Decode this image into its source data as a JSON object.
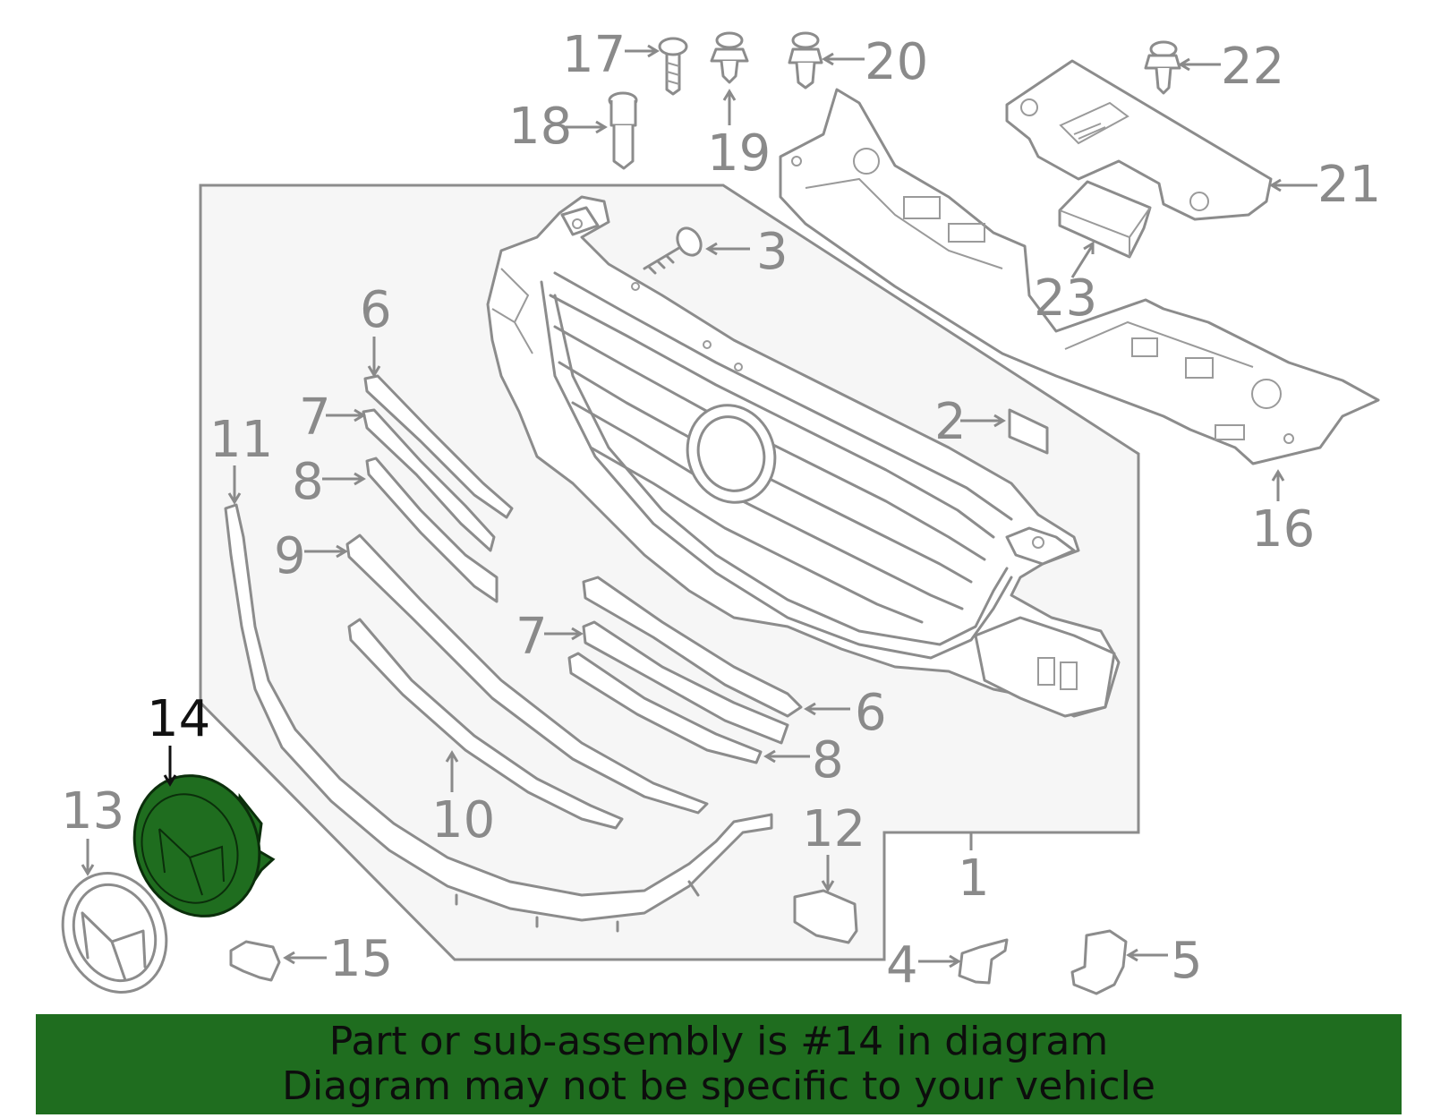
{
  "callouts": {
    "c1": "1",
    "c2": "2",
    "c3": "3",
    "c4": "4",
    "c5": "5",
    "c6a": "6",
    "c6b": "6",
    "c7a": "7",
    "c7b": "7",
    "c8a": "8",
    "c8b": "8",
    "c9": "9",
    "c10": "10",
    "c11": "11",
    "c12": "12",
    "c13": "13",
    "c14": "14",
    "c15": "15",
    "c16": "16",
    "c17": "17",
    "c18": "18",
    "c19": "19",
    "c20": "20",
    "c21": "21",
    "c22": "22",
    "c23": "23"
  },
  "highlight": {
    "part_number": "14",
    "color": "#1f6d1f",
    "outline": "#0b2e0b"
  },
  "banner": {
    "line1": "Part or sub-assembly is #14 in diagram",
    "line2": "Diagram may not be specific to your vehicle",
    "background": "#1f6d1f"
  }
}
